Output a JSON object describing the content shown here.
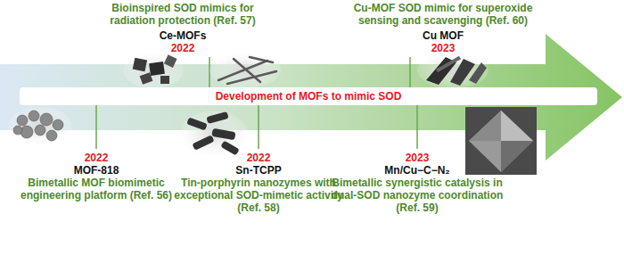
{
  "diagram": {
    "nodes": [
      {
        "text": [
          "Development of MOFs to mimic SOD"
        ]
      }
    ],
    "labels": [
      "Bioinspired SOD mimics for radiation protection (Ref. 57)",
      "Ce-MOFs",
      "2022",
      "Cu-MOF SOD mimic for superoxide sensing and scavenging (Ref. 60)",
      "Cu MOF",
      "2023",
      "2022",
      "MOF-818",
      "Bimetallic MOF biomimetic engineering platform (Ref. 56)",
      "2022",
      "Sn-TCPP",
      "Tin-porphyrin nanozymes with exceptional SOD-mimetic activity (Ref. 58)",
      "2023",
      "Mn/Cu−C−N₂",
      "Bimetallic synergistic catalysis in dual-SOD nanozyme coordination (Ref. 59)"
    ]
  }
}
